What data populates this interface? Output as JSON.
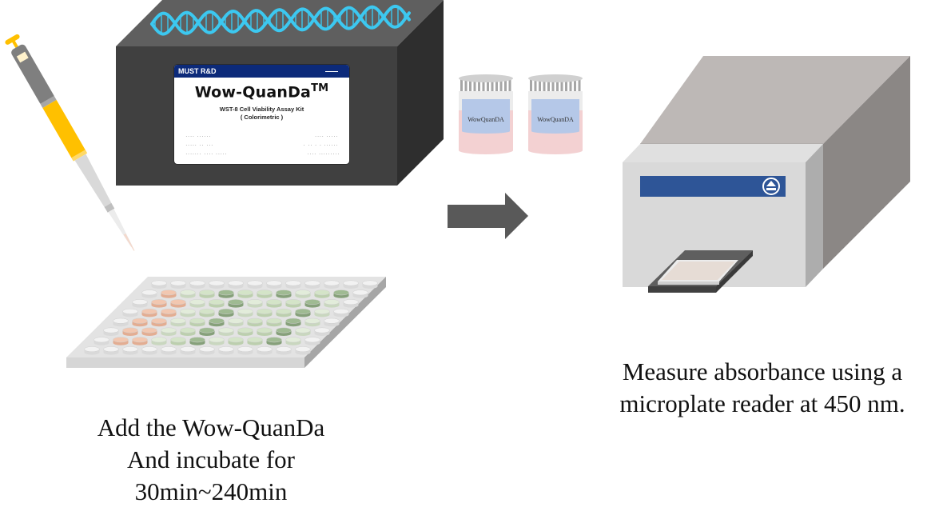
{
  "figure": {
    "title": "Wow-QuanDa WST-8 cell viability assay workflow",
    "colors": {
      "dna": "#3cc8f0",
      "kit_box_front": "#404040",
      "kit_box_top": "#5f5f5f",
      "kit_box_side": "#2e2e2e",
      "kit_header": "#0c2a7a",
      "arrow": "#595959",
      "reader_panel": "#2e5597",
      "reader_front": "#d9d9d9",
      "reader_top": "#bdb8b6",
      "reader_side": "#8b8785",
      "pipette_body": "#7f7f7f",
      "pipette_yellow": "#ffc000",
      "well_orange": "#f2c7b0",
      "well_light_green": "#d4e4c8",
      "well_dark_green": "#9fba92",
      "well_white": "#f2f2f2",
      "vial_liquid": "#f3d1d2",
      "vial_label": "#b5c8e8"
    }
  },
  "kit": {
    "brand": "MUST R&D",
    "product_name": "Wow-QuanDa",
    "trademark": "TM",
    "subtitle_line1": "WST-8 Cell Viability Assay Kit",
    "subtitle_line2": "( Colorimetric )",
    "fine_print_left": [
      "···· ······",
      "····· ·· ···",
      "······· ···· ·····"
    ],
    "fine_print_right": [
      "···· ·····",
      "· ·· · · ······",
      "···· ·········"
    ]
  },
  "vials": [
    {
      "label": "WowQuanDA"
    },
    {
      "label": "WowQuanDA"
    }
  ],
  "plate": {
    "rows": 8,
    "cols": 12,
    "row_patterns": [
      "wwwwwwwwwwww",
      "wopldlldpldw",
      "woopldplldpw",
      "woopldplldpw",
      "woopldplldpw",
      "woopldplldpw",
      "woopldplldpw",
      "wwwwwwwwwwww"
    ],
    "legend": {
      "w": "empty",
      "o": "orange",
      "p": "pale-green",
      "l": "light-green",
      "d": "dark-green"
    }
  },
  "reader": {
    "eject_icon": "eject-icon"
  },
  "captions": {
    "step1": [
      "Add the Wow-QuanDa",
      "And incubate for",
      "30min~240min"
    ],
    "step2": [
      "Measure absorbance using a",
      "microplate reader at 450 nm."
    ]
  }
}
